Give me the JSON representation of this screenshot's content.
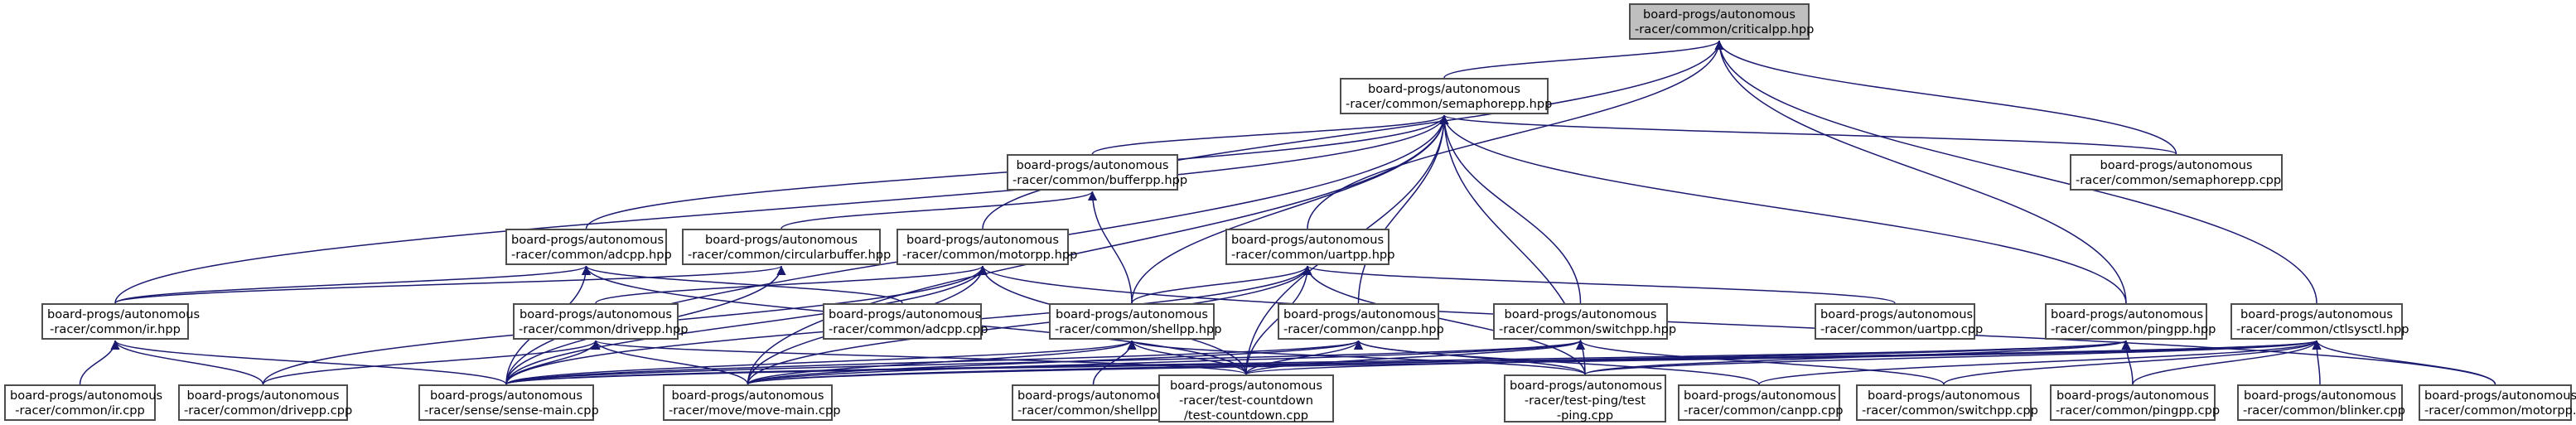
{
  "colors": {
    "edge": "#191970",
    "node_border": "#4d4d4d",
    "node_fill": "#ffffff",
    "focus_fill": "#bfbfbf"
  },
  "nodes": [
    {
      "id": "criticalpp_hpp",
      "lines": [
        "board-progs/autonomous",
        "-racer/common/criticalpp.hpp"
      ],
      "focus": true
    },
    {
      "id": "semaphorepp_hpp",
      "lines": [
        "board-progs/autonomous",
        "-racer/common/semaphorepp.hpp"
      ]
    },
    {
      "id": "bufferpp_hpp",
      "lines": [
        "board-progs/autonomous",
        "-racer/common/bufferpp.hpp"
      ]
    },
    {
      "id": "semaphorepp_cpp",
      "lines": [
        "board-progs/autonomous",
        "-racer/common/semaphorepp.cpp"
      ]
    },
    {
      "id": "adcpp_hpp",
      "lines": [
        "board-progs/autonomous",
        "-racer/common/adcpp.hpp"
      ]
    },
    {
      "id": "circularbuffer_hpp",
      "lines": [
        "board-progs/autonomous",
        "-racer/common/circularbuffer.hpp"
      ]
    },
    {
      "id": "motorpp_hpp",
      "lines": [
        "board-progs/autonomous",
        "-racer/common/motorpp.hpp"
      ]
    },
    {
      "id": "uartpp_hpp",
      "lines": [
        "board-progs/autonomous",
        "-racer/common/uartpp.hpp"
      ]
    },
    {
      "id": "ir_hpp",
      "lines": [
        "board-progs/autonomous",
        "-racer/common/ir.hpp"
      ]
    },
    {
      "id": "drivepp_hpp",
      "lines": [
        "board-progs/autonomous",
        "-racer/common/drivepp.hpp"
      ]
    },
    {
      "id": "adcpp_cpp",
      "lines": [
        "board-progs/autonomous",
        "-racer/common/adcpp.cpp"
      ]
    },
    {
      "id": "shellpp_hpp",
      "lines": [
        "board-progs/autonomous",
        "-racer/common/shellpp.hpp"
      ]
    },
    {
      "id": "canpp_hpp",
      "lines": [
        "board-progs/autonomous",
        "-racer/common/canpp.hpp"
      ]
    },
    {
      "id": "switchpp_hpp",
      "lines": [
        "board-progs/autonomous",
        "-racer/common/switchpp.hpp"
      ]
    },
    {
      "id": "uartpp_cpp",
      "lines": [
        "board-progs/autonomous",
        "-racer/common/uartpp.cpp"
      ]
    },
    {
      "id": "pingpp_hpp",
      "lines": [
        "board-progs/autonomous",
        "-racer/common/pingpp.hpp"
      ]
    },
    {
      "id": "ctlsysctl_hpp",
      "lines": [
        "board-progs/autonomous",
        "-racer/common/ctlsysctl.hpp"
      ]
    },
    {
      "id": "ir_cpp",
      "lines": [
        "board-progs/autonomous",
        "-racer/common/ir.cpp"
      ]
    },
    {
      "id": "drivepp_cpp",
      "lines": [
        "board-progs/autonomous",
        "-racer/common/drivepp.cpp"
      ]
    },
    {
      "id": "sense_main_cpp",
      "lines": [
        "board-progs/autonomous",
        "-racer/sense/sense-main.cpp"
      ]
    },
    {
      "id": "move_main_cpp",
      "lines": [
        "board-progs/autonomous",
        "-racer/move/move-main.cpp"
      ]
    },
    {
      "id": "shellpp_cpp",
      "lines": [
        "board-progs/autonomous",
        "-racer/common/shellpp.cpp"
      ]
    },
    {
      "id": "test_countdown_cpp",
      "lines": [
        "board-progs/autonomous",
        "-racer/test-countdown",
        "/test-countdown.cpp"
      ]
    },
    {
      "id": "test_ping_cpp",
      "lines": [
        "board-progs/autonomous",
        "-racer/test-ping/test",
        "-ping.cpp"
      ]
    },
    {
      "id": "canpp_cpp",
      "lines": [
        "board-progs/autonomous",
        "-racer/common/canpp.cpp"
      ]
    },
    {
      "id": "switchpp_cpp",
      "lines": [
        "board-progs/autonomous",
        "-racer/common/switchpp.cpp"
      ]
    },
    {
      "id": "pingpp_cpp",
      "lines": [
        "board-progs/autonomous",
        "-racer/common/pingpp.cpp"
      ]
    },
    {
      "id": "blinker_cpp",
      "lines": [
        "board-progs/autonomous",
        "-racer/common/blinker.cpp"
      ]
    },
    {
      "id": "motorpp_cpp",
      "lines": [
        "board-progs/autonomous",
        "-racer/common/motorpp.cpp"
      ]
    }
  ],
  "edges": [
    [
      "semaphorepp_hpp",
      "criticalpp_hpp"
    ],
    [
      "semaphorepp_cpp",
      "criticalpp_hpp"
    ],
    [
      "motorpp_hpp",
      "criticalpp_hpp"
    ],
    [
      "uartpp_hpp",
      "criticalpp_hpp"
    ],
    [
      "pingpp_hpp",
      "criticalpp_hpp"
    ],
    [
      "ctlsysctl_hpp",
      "criticalpp_hpp"
    ],
    [
      "bufferpp_hpp",
      "semaphorepp_hpp"
    ],
    [
      "semaphorepp_cpp",
      "semaphorepp_hpp"
    ],
    [
      "adcpp_hpp",
      "semaphorepp_hpp"
    ],
    [
      "ir_hpp",
      "semaphorepp_hpp"
    ],
    [
      "shellpp_hpp",
      "semaphorepp_hpp"
    ],
    [
      "canpp_hpp",
      "semaphorepp_hpp"
    ],
    [
      "switchpp_hpp",
      "semaphorepp_hpp"
    ],
    [
      "pingpp_hpp",
      "semaphorepp_hpp"
    ],
    [
      "sense_main_cpp",
      "semaphorepp_hpp"
    ],
    [
      "move_main_cpp",
      "semaphorepp_hpp"
    ],
    [
      "test_countdown_cpp",
      "semaphorepp_hpp"
    ],
    [
      "test_ping_cpp",
      "semaphorepp_hpp"
    ],
    [
      "circularbuffer_hpp",
      "bufferpp_hpp"
    ],
    [
      "shellpp_hpp",
      "bufferpp_hpp"
    ],
    [
      "ir_hpp",
      "adcpp_hpp"
    ],
    [
      "adcpp_cpp",
      "adcpp_hpp"
    ],
    [
      "sense_main_cpp",
      "adcpp_hpp"
    ],
    [
      "test_countdown_cpp",
      "adcpp_hpp"
    ],
    [
      "ir_hpp",
      "circularbuffer_hpp"
    ],
    [
      "sense_main_cpp",
      "circularbuffer_hpp"
    ],
    [
      "drivepp_hpp",
      "motorpp_hpp"
    ],
    [
      "sense_main_cpp",
      "motorpp_hpp"
    ],
    [
      "move_main_cpp",
      "motorpp_hpp"
    ],
    [
      "drivepp_cpp",
      "motorpp_hpp"
    ],
    [
      "test_countdown_cpp",
      "motorpp_hpp"
    ],
    [
      "motorpp_cpp",
      "motorpp_hpp"
    ],
    [
      "shellpp_hpp",
      "uartpp_hpp"
    ],
    [
      "uartpp_cpp",
      "uartpp_hpp"
    ],
    [
      "sense_main_cpp",
      "uartpp_hpp"
    ],
    [
      "move_main_cpp",
      "uartpp_hpp"
    ],
    [
      "test_countdown_cpp",
      "uartpp_hpp"
    ],
    [
      "test_ping_cpp",
      "uartpp_hpp"
    ],
    [
      "ir_cpp",
      "ir_hpp"
    ],
    [
      "sense_main_cpp",
      "ir_hpp"
    ],
    [
      "drivepp_cpp",
      "ir_hpp"
    ],
    [
      "drivepp_cpp",
      "drivepp_hpp"
    ],
    [
      "sense_main_cpp",
      "drivepp_hpp"
    ],
    [
      "move_main_cpp",
      "drivepp_hpp"
    ],
    [
      "test_countdown_cpp",
      "drivepp_hpp"
    ],
    [
      "shellpp_cpp",
      "shellpp_hpp"
    ],
    [
      "sense_main_cpp",
      "shellpp_hpp"
    ],
    [
      "move_main_cpp",
      "shellpp_hpp"
    ],
    [
      "test_countdown_cpp",
      "shellpp_hpp"
    ],
    [
      "test_ping_cpp",
      "shellpp_hpp"
    ],
    [
      "canpp_cpp",
      "canpp_hpp"
    ],
    [
      "sense_main_cpp",
      "canpp_hpp"
    ],
    [
      "move_main_cpp",
      "canpp_hpp"
    ],
    [
      "test_countdown_cpp",
      "canpp_hpp"
    ],
    [
      "test_ping_cpp",
      "canpp_hpp"
    ],
    [
      "switchpp_cpp",
      "switchpp_hpp"
    ],
    [
      "sense_main_cpp",
      "switchpp_hpp"
    ],
    [
      "move_main_cpp",
      "switchpp_hpp"
    ],
    [
      "test_countdown_cpp",
      "switchpp_hpp"
    ],
    [
      "pingpp_cpp",
      "pingpp_hpp"
    ],
    [
      "test_ping_cpp",
      "pingpp_hpp"
    ],
    [
      "sense_main_cpp",
      "pingpp_hpp"
    ],
    [
      "move_main_cpp",
      "pingpp_hpp"
    ],
    [
      "blinker_cpp",
      "ctlsysctl_hpp"
    ],
    [
      "motorpp_cpp",
      "ctlsysctl_hpp"
    ],
    [
      "pingpp_cpp",
      "ctlsysctl_hpp"
    ],
    [
      "switchpp_cpp",
      "ctlsysctl_hpp"
    ],
    [
      "canpp_cpp",
      "ctlsysctl_hpp"
    ],
    [
      "test_ping_cpp",
      "ctlsysctl_hpp"
    ],
    [
      "test_countdown_cpp",
      "ctlsysctl_hpp"
    ],
    [
      "move_main_cpp",
      "ctlsysctl_hpp"
    ],
    [
      "sense_main_cpp",
      "ctlsysctl_hpp"
    ]
  ]
}
